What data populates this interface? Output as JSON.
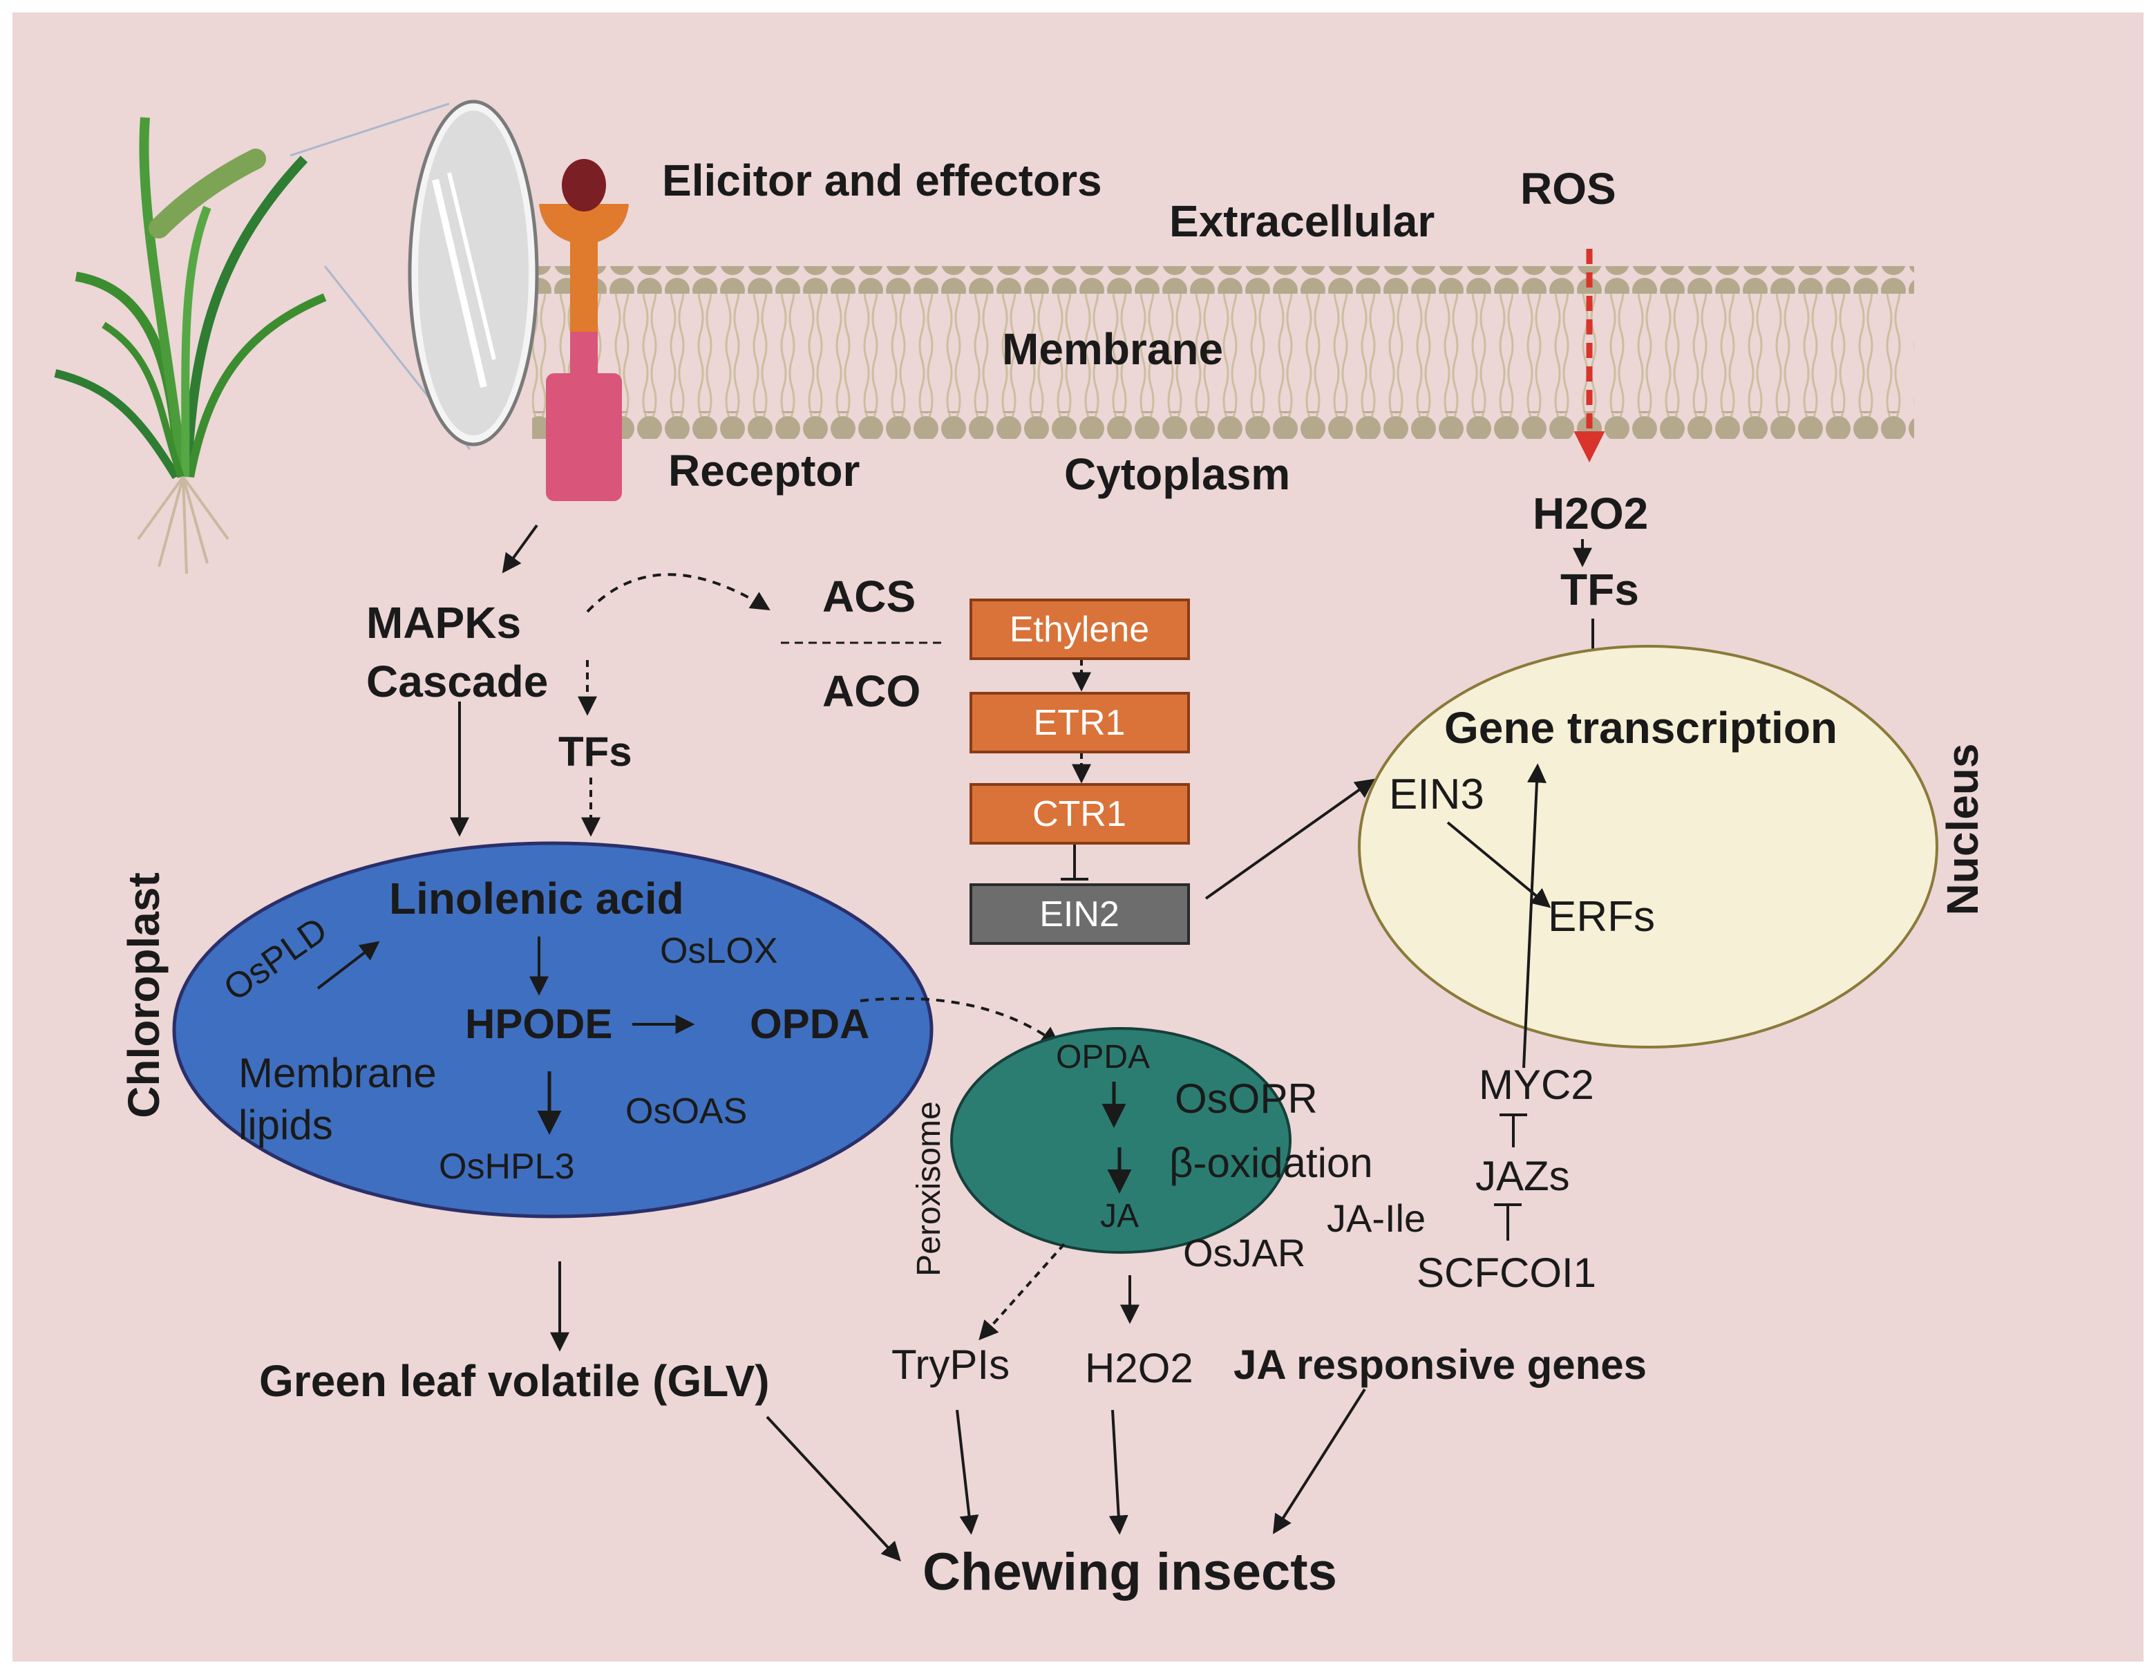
{
  "colors": {
    "background": "#ecd6d6",
    "chloroplast": "#3f6fc0",
    "peroxisome": "#2b7d72",
    "nucleus": "#f5f0d6",
    "ethylene_box": "#d9733a",
    "ein2_box": "#6d6d6d",
    "ros_arrow": "#d8342b",
    "receptor": "#d9557a",
    "membrane_bead": "#b5a98d"
  },
  "icons": {
    "plant": "rice-plant-icon",
    "lens": "magnifier-lens-icon",
    "receptor": "receptor-icon"
  },
  "membrane": {
    "extracellular": "Extracellular",
    "membrane": "Membrane",
    "cytoplasm": "Cytoplasm"
  },
  "signals": {
    "elicitor": "Elicitor and effectors",
    "receptor": "Receptor",
    "ros": "ROS",
    "h2o2_top": "H2O2",
    "tfs_top": "TFs",
    "mapks_line1": "MAPKs",
    "mapks_line2": "Cascade",
    "tfs_left": "TFs",
    "acs": "ACS",
    "aco": "ACO"
  },
  "ethylene_pathway": [
    "Ethylene",
    "ETR1",
    "CTR1",
    "EIN2"
  ],
  "chloroplast": {
    "label": "Chloroplast",
    "linolenic": "Linolenic acid",
    "ospld": "OsPLD",
    "oslox": "OsLOX",
    "hpode": "HPODE",
    "opda": "OPDA",
    "membrane_lipids_1": "Membrane",
    "membrane_lipids_2": "lipids",
    "osoas": "OsOAS",
    "oshpl3": "OsHPL3"
  },
  "peroxisome": {
    "label": "Peroxisome",
    "opda": "OPDA",
    "osopr": "OsOPR",
    "beta_ox": "β-oxidation",
    "ja": "JA",
    "osjar": "OsJAR",
    "ja_ile": "JA-Ile"
  },
  "nucleus": {
    "label": "Nucleus",
    "gene_transcription": "Gene transcription",
    "ein3": "EIN3",
    "erfs": "ERFs"
  },
  "ja_signaling": {
    "myc2": "MYC2",
    "jazs": "JAZs",
    "scfcoi1": "SCFCOI1"
  },
  "outputs": {
    "glv": "Green leaf volatile (GLV)",
    "trypis": "TryPIs",
    "h2o2": "H2O2",
    "ja_genes": "JA responsive genes",
    "chewing": "Chewing insects"
  }
}
